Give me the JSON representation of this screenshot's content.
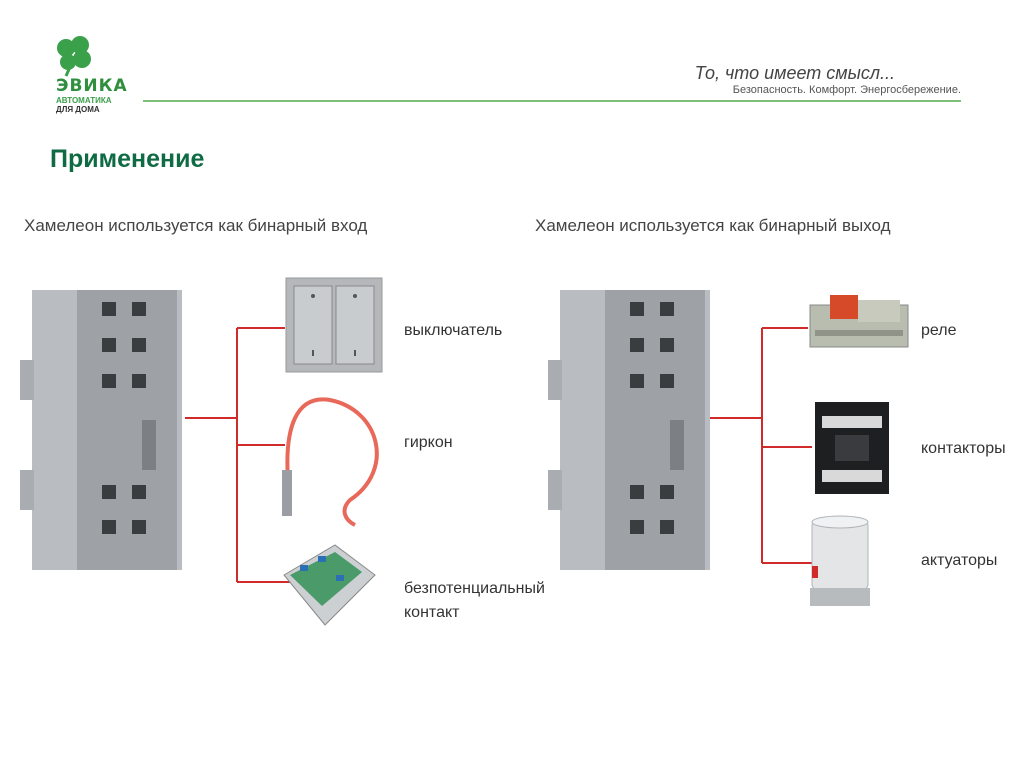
{
  "header": {
    "logo_name": "ЭВИКА",
    "logo_line1": "АВТОМАТИКА",
    "logo_line2": "ДЛЯ ДОМА",
    "tagline": "То, что имеет смысл...",
    "subtagline": "Безопасность. Комфорт. Энергосбережение.",
    "brand_color": "#2f8f3e"
  },
  "page_title": "Применение",
  "left": {
    "title": "Хамелеон используется как бинарный вход",
    "items": [
      {
        "label": "выключатель",
        "icon": "switch-icon"
      },
      {
        "label": "гиркон",
        "icon": "reed-sensor-icon"
      },
      {
        "label_line1": "безпотенциальный",
        "label_line2": "контакт",
        "icon": "module-icon"
      }
    ]
  },
  "right": {
    "title": "Хамелеон используется как бинарный выход",
    "items": [
      {
        "label": "реле",
        "icon": "relay-icon"
      },
      {
        "label": "контакторы",
        "icon": "contactor-icon"
      },
      {
        "label": "актуаторы",
        "icon": "actuator-icon"
      }
    ]
  },
  "wire_color": "#d12a2a"
}
